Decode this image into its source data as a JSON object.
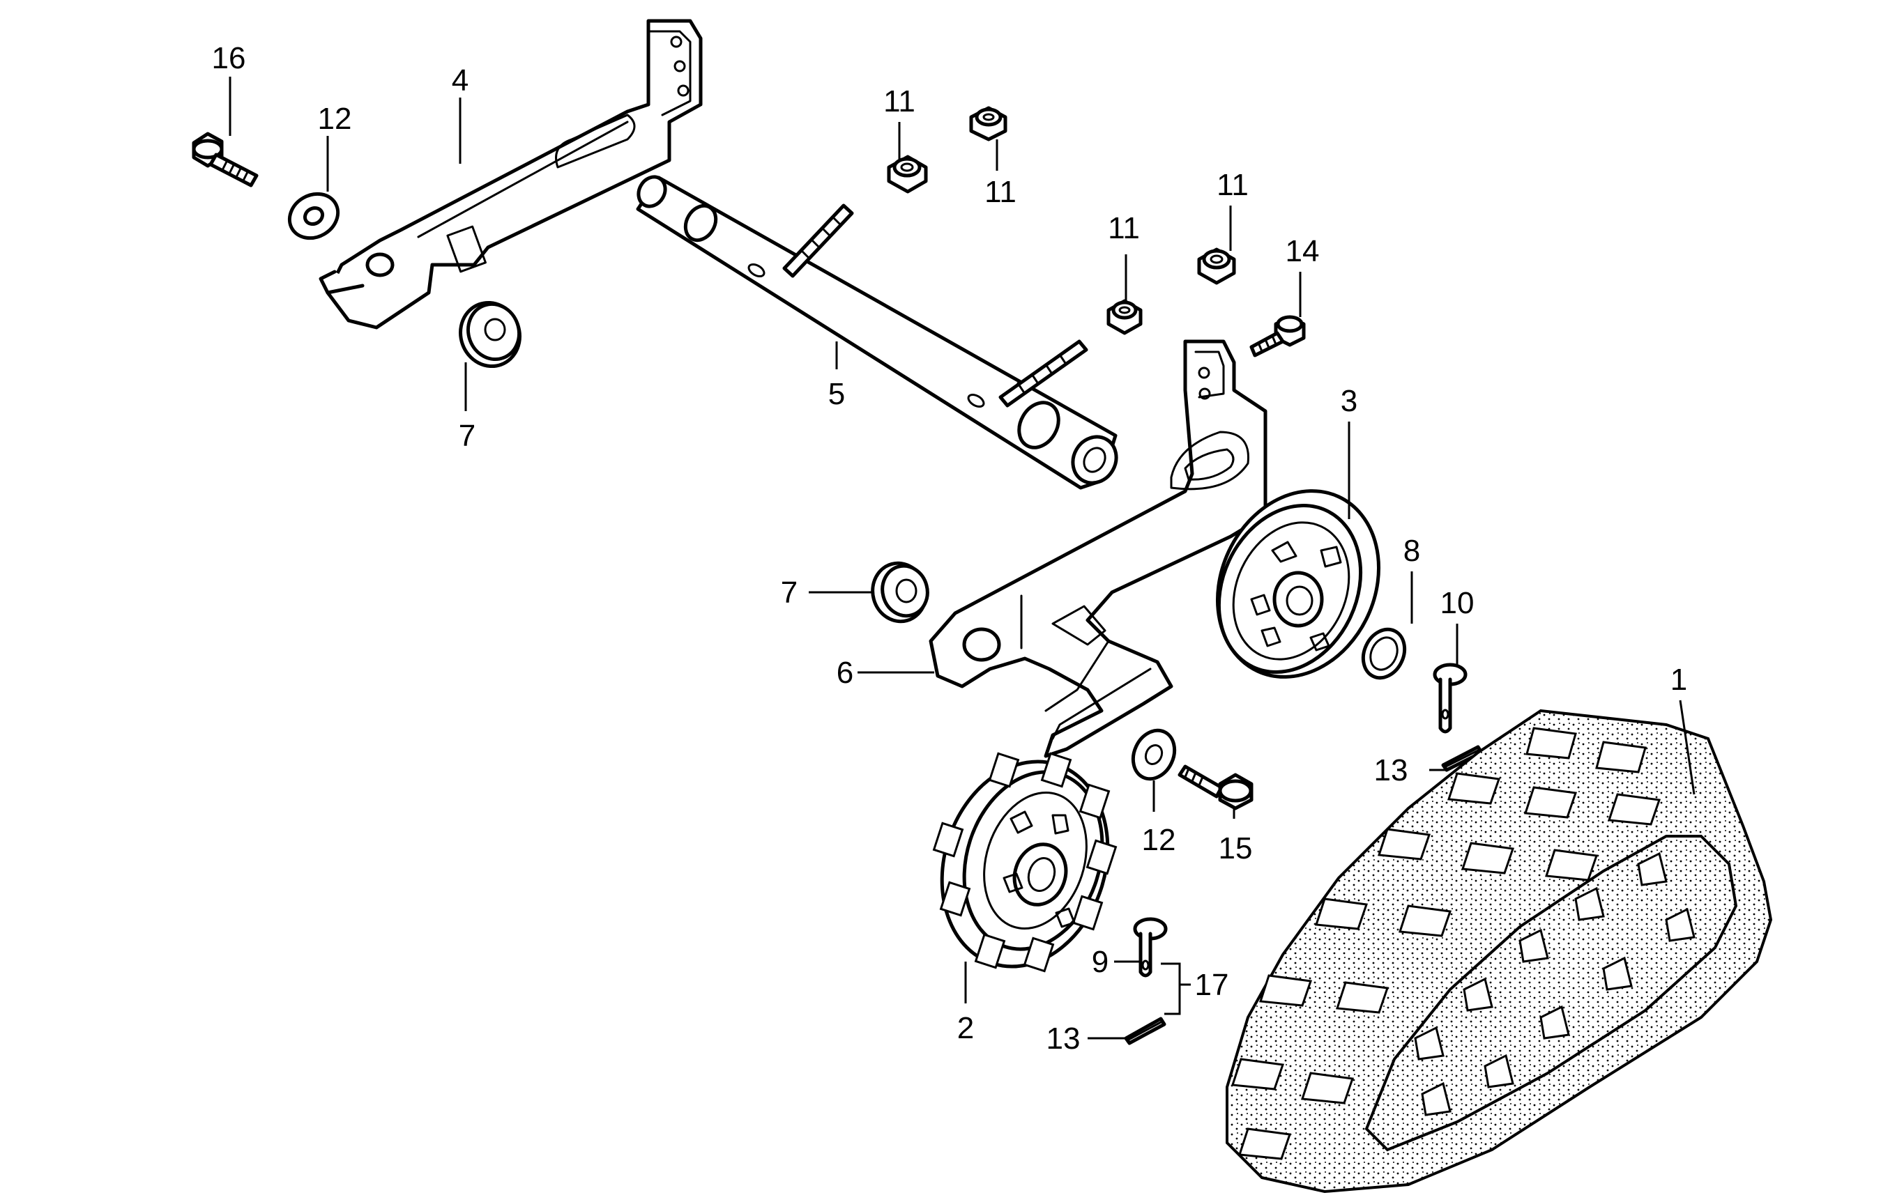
{
  "labels": {
    "p1": "1",
    "p2": "2",
    "p3": "3",
    "p4": "4",
    "p5": "5",
    "p6": "6",
    "p7a": "7",
    "p7b": "7",
    "p8": "8",
    "p9": "9",
    "p10": "10",
    "p11a": "11",
    "p11b": "11",
    "p11c": "11",
    "p11d": "11",
    "p12a": "12",
    "p12b": "12",
    "p13a": "13",
    "p13b": "13",
    "p14": "14",
    "p15": "15",
    "p16": "16",
    "p17": "17"
  }
}
